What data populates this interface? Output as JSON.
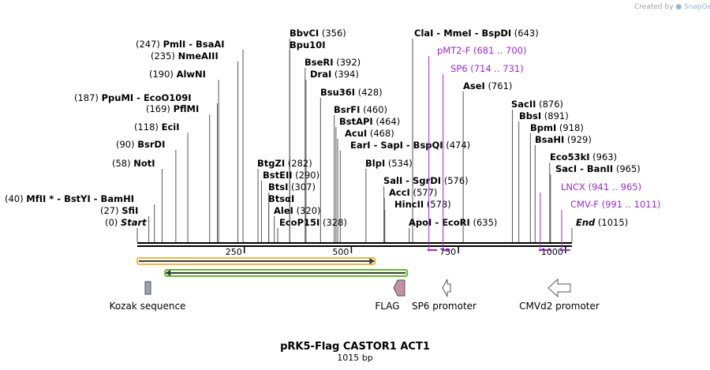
{
  "credit": {
    "prefix": "Created by",
    "brand": "SnapGene"
  },
  "title": "pRK5-Flag CASTOR1 ACT1",
  "subtitle": "1015 bp",
  "sequence_length": 1015,
  "ruler_ticks": [
    "250",
    "500",
    "750",
    "1000"
  ],
  "sites": [
    {
      "pos": "(0)",
      "name": "Start",
      "italic": true,
      "at": 0
    },
    {
      "pos": "(27)",
      "name": "SfiI",
      "at": 27
    },
    {
      "pos": "(40)",
      "name": "MfII * - BstYI - BamHI",
      "at": 40
    },
    {
      "pos": "(58)",
      "name": "NotI",
      "at": 58
    },
    {
      "pos": "(90)",
      "name": "BsrDI",
      "at": 90
    },
    {
      "pos": "(118)",
      "name": "EciI",
      "at": 118
    },
    {
      "pos": "(169)",
      "name": "PflMI",
      "at": 169
    },
    {
      "pos": "(187)",
      "name": "PpuMI - EcoO109I",
      "at": 187
    },
    {
      "pos": "(190)",
      "name": "AlwNI",
      "at": 190
    },
    {
      "pos": "(235)",
      "name": "NmeAIII",
      "at": 235
    },
    {
      "pos": "(247)",
      "name": "PmlI - BsaAI",
      "at": 247
    },
    {
      "pos": "(282)",
      "name": "BtgZI",
      "at": 282
    },
    {
      "pos": "(290)",
      "name": "BstEII",
      "at": 290
    },
    {
      "pos": "(307)",
      "name": "BtsI",
      "at": 307
    },
    {
      "pos": "",
      "name": "BtsαI",
      "at": 307
    },
    {
      "pos": "(320)",
      "name": "AleI",
      "at": 320
    },
    {
      "pos": "(328)",
      "name": "EcoP15I",
      "at": 328
    },
    {
      "pos": "(356)",
      "name": "BbvCI",
      "at": 356
    },
    {
      "pos": "",
      "name": "Bpu10I",
      "at": 356
    },
    {
      "pos": "(392)",
      "name": "BseRI",
      "at": 392
    },
    {
      "pos": "(394)",
      "name": "DraI",
      "at": 394
    },
    {
      "pos": "(428)",
      "name": "Bsu36I",
      "at": 428
    },
    {
      "pos": "(460)",
      "name": "BsrFI",
      "at": 460
    },
    {
      "pos": "(464)",
      "name": "BstAPI",
      "at": 464
    },
    {
      "pos": "(468)",
      "name": "AcuI",
      "at": 468
    },
    {
      "pos": "(474)",
      "name": "EarI - SapI - BspQI",
      "at": 474
    },
    {
      "pos": "(534)",
      "name": "BlpI",
      "at": 534
    },
    {
      "pos": "(576)",
      "name": "SalI - SgrDI",
      "at": 576
    },
    {
      "pos": "(577)",
      "name": "AccI",
      "at": 577
    },
    {
      "pos": "(578)",
      "name": "HincII",
      "at": 578
    },
    {
      "pos": "(635)",
      "name": "ApoI - EcoRI",
      "at": 635
    },
    {
      "pos": "(643)",
      "name": "ClaI - MmeI - BspDI",
      "at": 643
    },
    {
      "pos": "(761)",
      "name": "AseI",
      "at": 761
    },
    {
      "pos": "(876)",
      "name": "SacII",
      "at": 876
    },
    {
      "pos": "(891)",
      "name": "BbsI",
      "at": 891
    },
    {
      "pos": "(918)",
      "name": "BpmI",
      "at": 918
    },
    {
      "pos": "(929)",
      "name": "BsaHI",
      "at": 929
    },
    {
      "pos": "(963)",
      "name": "Eco53kI",
      "at": 963
    },
    {
      "pos": "(965)",
      "name": "SacI - BanII",
      "at": 965
    },
    {
      "pos": "(1015)",
      "name": "End",
      "italic": true,
      "at": 1015
    }
  ],
  "primers": [
    {
      "name": "pMT2-F",
      "range": "(681 .. 700)",
      "start": 681,
      "end": 700
    },
    {
      "name": "SP6",
      "range": "(714 .. 731)",
      "start": 714,
      "end": 731
    },
    {
      "name": "LNCX",
      "range": "(941 .. 965)",
      "start": 941,
      "end": 965
    },
    {
      "name": "CMV-F",
      "range": "(991 .. 1011)",
      "start": 991,
      "end": 1011
    }
  ],
  "features": [
    {
      "name": "Kozak sequence",
      "kind": "misc",
      "start": 27,
      "end": 40,
      "color": "#9aa4ad"
    },
    {
      "name": "FLAG",
      "kind": "cds-reverse",
      "start": 600,
      "end": 625,
      "color": "#c28fa5"
    },
    {
      "name": "SP6 promoter",
      "kind": "promoter-reverse",
      "start": 714,
      "end": 731,
      "color": "#ffffff"
    },
    {
      "name": "CMVd2 promoter",
      "kind": "promoter-reverse",
      "start": 965,
      "end": 1015,
      "color": "#ffffff"
    }
  ],
  "orfs": [
    {
      "direction": "forward",
      "start": 0,
      "end": 555,
      "color": "#f4b93a"
    },
    {
      "direction": "reverse",
      "start": 65,
      "end": 630,
      "color": "#5bbf26"
    }
  ]
}
